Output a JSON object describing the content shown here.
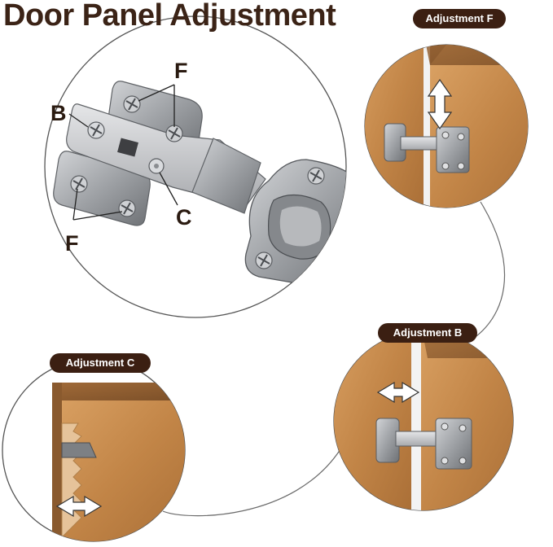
{
  "title": "Door Panel Adjustment",
  "callouts": {
    "b": "B",
    "c": "C",
    "f_top": "F",
    "f_bottom": "F"
  },
  "panels": {
    "adjustment_f": "Adjustment F",
    "adjustment_b": "Adjustment B",
    "adjustment_c": "Adjustment C"
  },
  "colors": {
    "pill": "#3b1f12",
    "title": "#3b2316",
    "wood": "#c68a4e",
    "steel": "#9a9ca0"
  }
}
